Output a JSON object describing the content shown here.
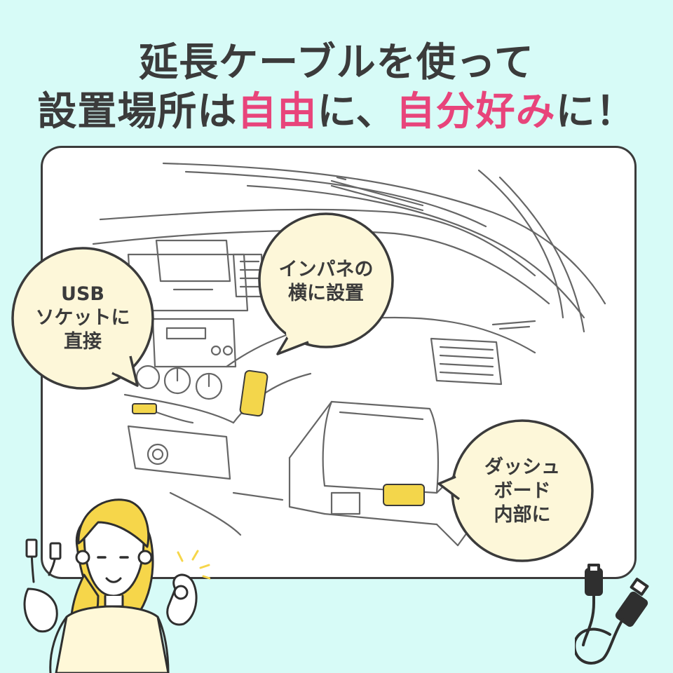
{
  "headline": {
    "line1": "延長ケーブルを使って",
    "line2_part1": "設置場所は",
    "line2_emph1": "自由",
    "line2_part2": "に、",
    "line2_emph2": "自分好み",
    "line2_part3": "に！"
  },
  "callouts": {
    "usb_socket": {
      "line1": "USB",
      "line2": "ソケットに",
      "line3": "直接"
    },
    "instrument_panel": {
      "line1": "インパネの",
      "line2": "横に設置"
    },
    "dashboard": {
      "line1": "ダッシュ",
      "line2": "ボード",
      "line3": "内部に"
    }
  },
  "colors": {
    "background": "#d7fbf7",
    "text": "#3b3b3b",
    "accent_pink": "#e8447b",
    "bubble_fill": "#fdf7d9",
    "device_yellow": "#f3d64b"
  },
  "icons": [
    "usb-cable-icon",
    "woman-ok-gesture-illustration",
    "car-interior-illustration"
  ]
}
